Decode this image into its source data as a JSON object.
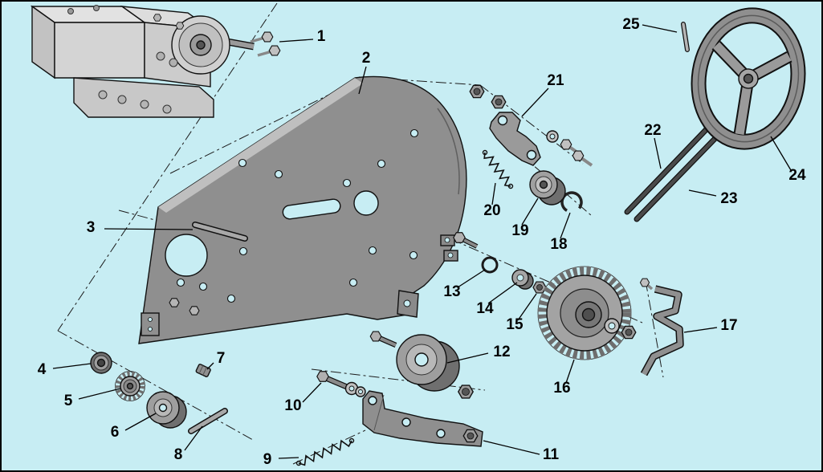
{
  "diagram": {
    "type": "exploded-parts-diagram",
    "parts": [
      {
        "number": "1"
      },
      {
        "number": "2"
      },
      {
        "number": "3"
      },
      {
        "number": "4"
      },
      {
        "number": "5"
      },
      {
        "number": "6"
      },
      {
        "number": "7"
      },
      {
        "number": "8"
      },
      {
        "number": "9"
      },
      {
        "number": "10"
      },
      {
        "number": "11"
      },
      {
        "number": "12"
      },
      {
        "number": "13"
      },
      {
        "number": "14"
      },
      {
        "number": "15"
      },
      {
        "number": "16"
      },
      {
        "number": "17"
      },
      {
        "number": "18"
      },
      {
        "number": "19"
      },
      {
        "number": "20"
      },
      {
        "number": "21"
      },
      {
        "number": "22"
      },
      {
        "number": "23"
      },
      {
        "number": "24"
      },
      {
        "number": "25"
      }
    ],
    "colors": {
      "background": "#c7edf3",
      "plate": "#8f8f8f",
      "plate_chamfer": "#bfbfbf",
      "metal_light": "#d4d4d4",
      "metal_mid": "#a0a0a0",
      "metal_dark": "#6f6f6f",
      "outline": "#111111",
      "label_text": "#000000"
    }
  }
}
